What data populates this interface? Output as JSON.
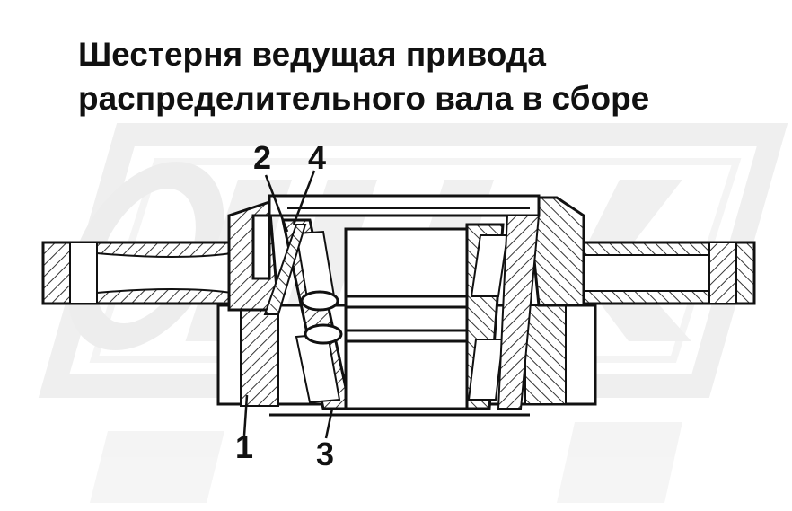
{
  "diagram": {
    "title": {
      "line1": "Шестерня ведущая привода",
      "line2": "распределительного вала в сборе"
    },
    "callouts": [
      {
        "id": "1",
        "label": "1"
      },
      {
        "id": "2",
        "label": "2"
      },
      {
        "id": "3",
        "label": "3"
      },
      {
        "id": "4",
        "label": "4"
      }
    ],
    "watermark": {
      "text": "OPEX"
    },
    "colors": {
      "ink": "#111111",
      "watermark": "#e6e6e6",
      "hatch": "#333333",
      "background": "#ffffff"
    }
  }
}
